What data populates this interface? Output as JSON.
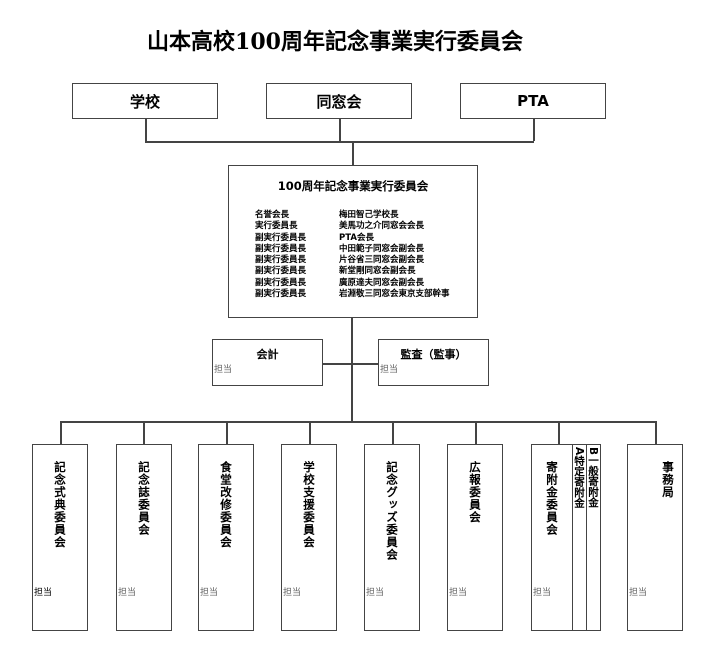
{
  "title": "山本高校100周年記念事業実行委員会",
  "top_orgs": [
    "学校",
    "同窓会",
    "PTA"
  ],
  "committee": {
    "title": "100周年記念事業実行委員会",
    "members": [
      {
        "role": "名誉会長",
        "name": "梅田智己学校長"
      },
      {
        "role": "実行委員長",
        "name": "美馬功之介同窓会会長"
      },
      {
        "role": "副実行委員長",
        "name": "PTA会長"
      },
      {
        "role": "副実行委員長",
        "name": "中田範子同窓会副会長"
      },
      {
        "role": "副実行委員長",
        "name": "片谷省三同窓会副会長"
      },
      {
        "role": "副実行委員長",
        "name": "新堂剛同窓会副会長"
      },
      {
        "role": "副実行委員長",
        "name": "廣原達夫同窓会副会長"
      },
      {
        "role": "副実行委員長",
        "name": "岩淵敬三同窓会東京支部幹事"
      }
    ]
  },
  "side_roles": [
    {
      "label": "会計",
      "tanto": "担当"
    },
    {
      "label": "監査（監事）",
      "tanto": "担当"
    }
  ],
  "subcommittees": [
    {
      "label": "記念式典委員会",
      "tanto": "担当"
    },
    {
      "label": "記念誌委員会",
      "tanto": "担当"
    },
    {
      "label": "食堂改修委員会",
      "tanto": "担当"
    },
    {
      "label": "学校支援委員会",
      "tanto": "担当"
    },
    {
      "label": "記念グッズ委員会",
      "tanto": "担当"
    },
    {
      "label": "広報委員会",
      "tanto": "担当"
    },
    {
      "label": "寄附金委員会",
      "tanto": "担当"
    },
    {
      "label": "事務局",
      "tanto": "担当"
    }
  ],
  "donation_types": [
    "A特定寄附金",
    "B一般寄附金"
  ]
}
